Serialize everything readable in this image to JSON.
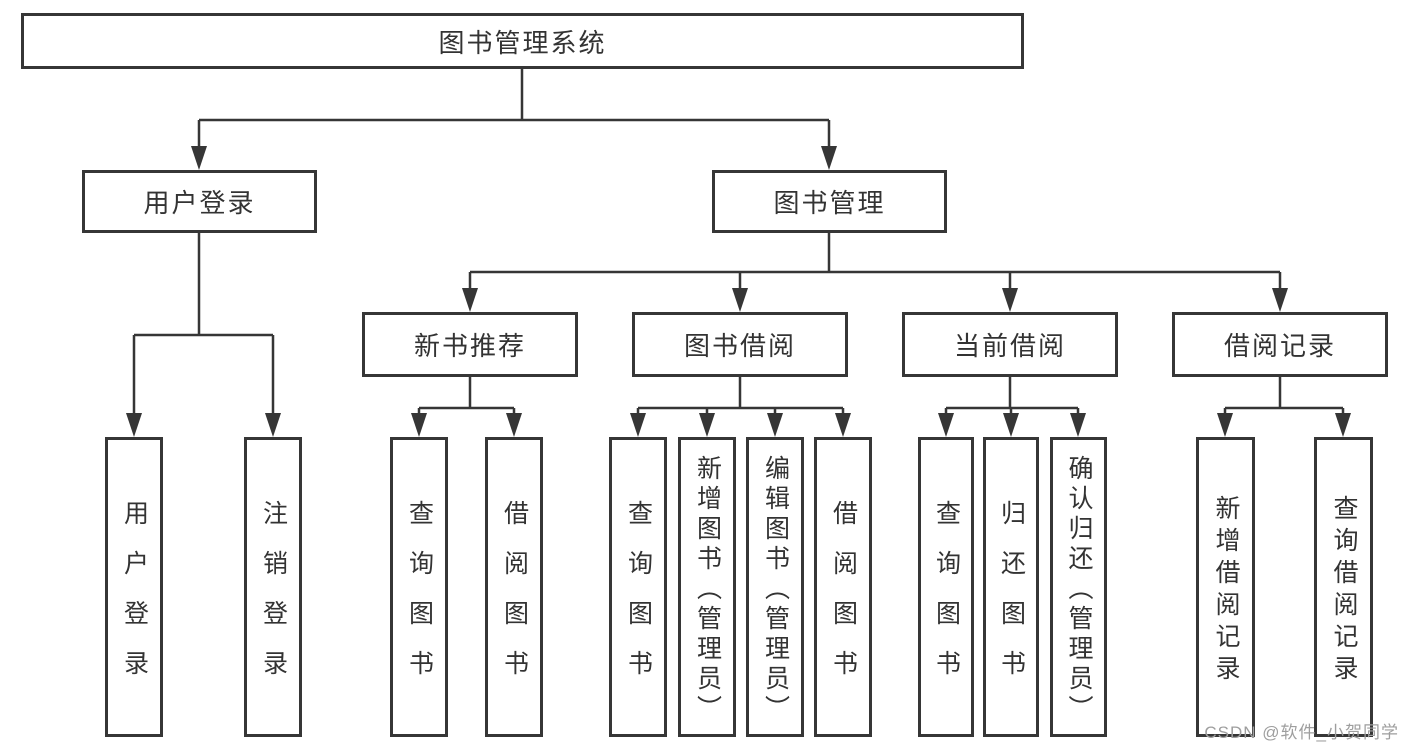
{
  "diagram": {
    "root": {
      "label": "图书管理系统"
    },
    "level2": [
      {
        "label": "用户登录",
        "children": [
          "用户登录",
          "注销登录"
        ]
      },
      {
        "label": "图书管理"
      }
    ],
    "level3": [
      {
        "label": "新书推荐",
        "children": [
          "查询图书",
          "借阅图书"
        ]
      },
      {
        "label": "图书借阅",
        "children": [
          "查询图书",
          "新增图书（管理员）",
          "编辑图书（管理员）",
          "借阅图书"
        ]
      },
      {
        "label": "当前借阅",
        "children": [
          "查询图书",
          "归还图书",
          "确认归还（管理员）"
        ]
      },
      {
        "label": "借阅记录",
        "children": [
          "新增借阅记录",
          "查询借阅记录"
        ]
      }
    ],
    "watermark": "CSDN @软件_小贺同学",
    "colors": {
      "line": "#363636",
      "box_border": "#363636",
      "text": "#333333",
      "background": "#ffffff",
      "watermark": "#9e9e9e"
    }
  }
}
